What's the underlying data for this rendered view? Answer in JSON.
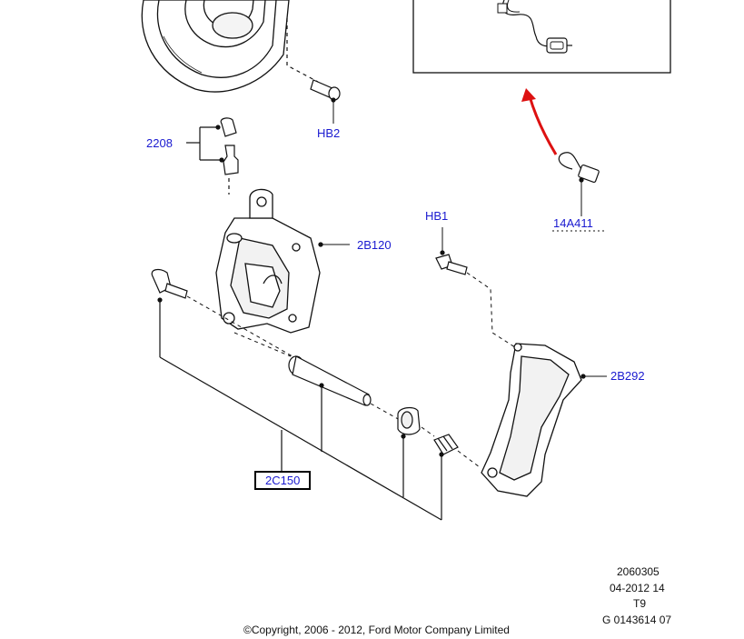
{
  "callouts": {
    "c2208": "2208",
    "hb2": "HB2",
    "c14a411": "14A411",
    "hb1": "HB1",
    "c2b120": "2B120",
    "c2b292": "2B292",
    "c2c150": "2C150"
  },
  "info": {
    "line1": "2060305",
    "line2": "04-2012 14",
    "line3": "T9",
    "line4": "G 0143614 07"
  },
  "copyright": "©Copyright, 2006 - 2012, Ford Motor Company Limited",
  "colors": {
    "callout_text": "#1a1ad0",
    "arrow": "#dd1111",
    "line": "#111111"
  }
}
